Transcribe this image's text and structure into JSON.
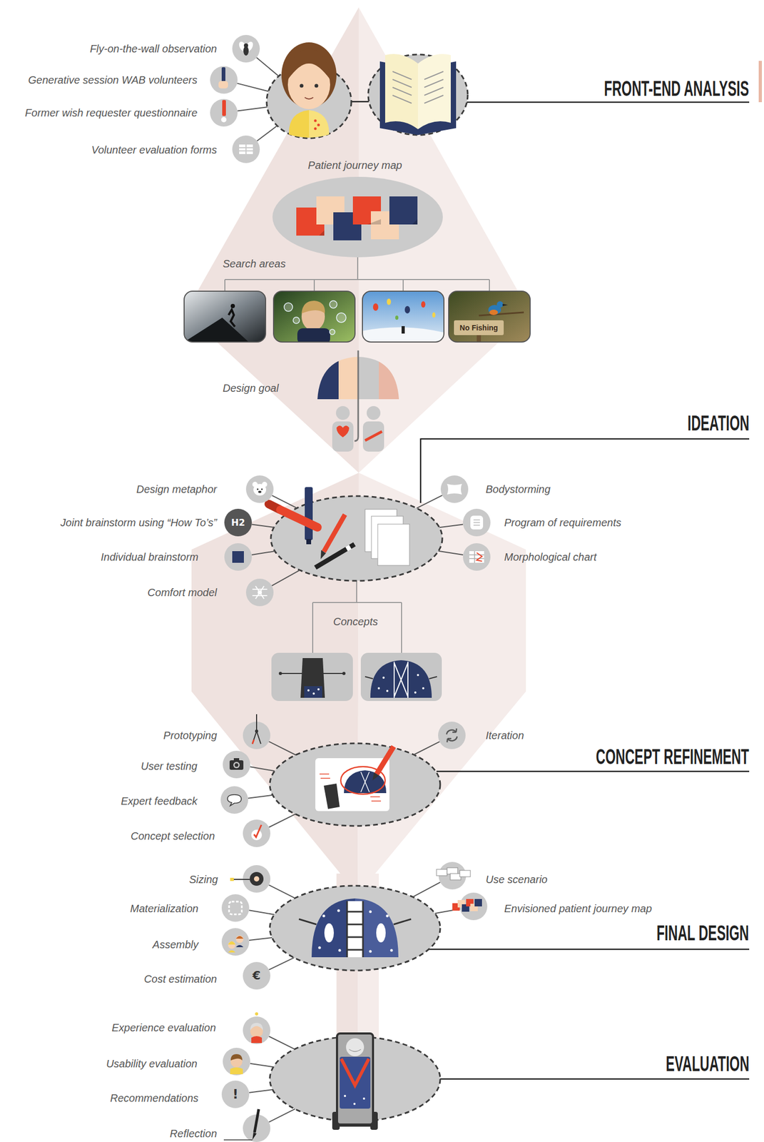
{
  "diagram": {
    "labels": [
      "Fly-on-the-wall observation",
      "Generative session WAB volunteers",
      "Former wish requester questionnaire",
      "Volunteer evaluation forms",
      "FRONT-END ANALYSIS",
      "Patient journey map",
      "Search areas",
      "No Fishing",
      "Design goal",
      "IDEATION",
      "Design metaphor",
      "Bodystorming",
      "Joint brainstorm using “How To’s”",
      "H2",
      "Program of requirements",
      "Individual brainstorm",
      "Morphological chart",
      "Comfort model",
      "Concepts",
      "Prototyping",
      "Iteration",
      "CONCEPT REFINEMENT",
      "User testing",
      "Expert feedback",
      "Concept selection",
      "Sizing",
      "Use scenario",
      "Materialization",
      "Envisioned patient journey map",
      "FINAL DESIGN",
      "Assembly",
      "Cost estimation",
      "€",
      "Experience evaluation",
      "EVALUATION",
      "Usability evaluation",
      "Recommendations",
      "!",
      "Reflection"
    ]
  }
}
